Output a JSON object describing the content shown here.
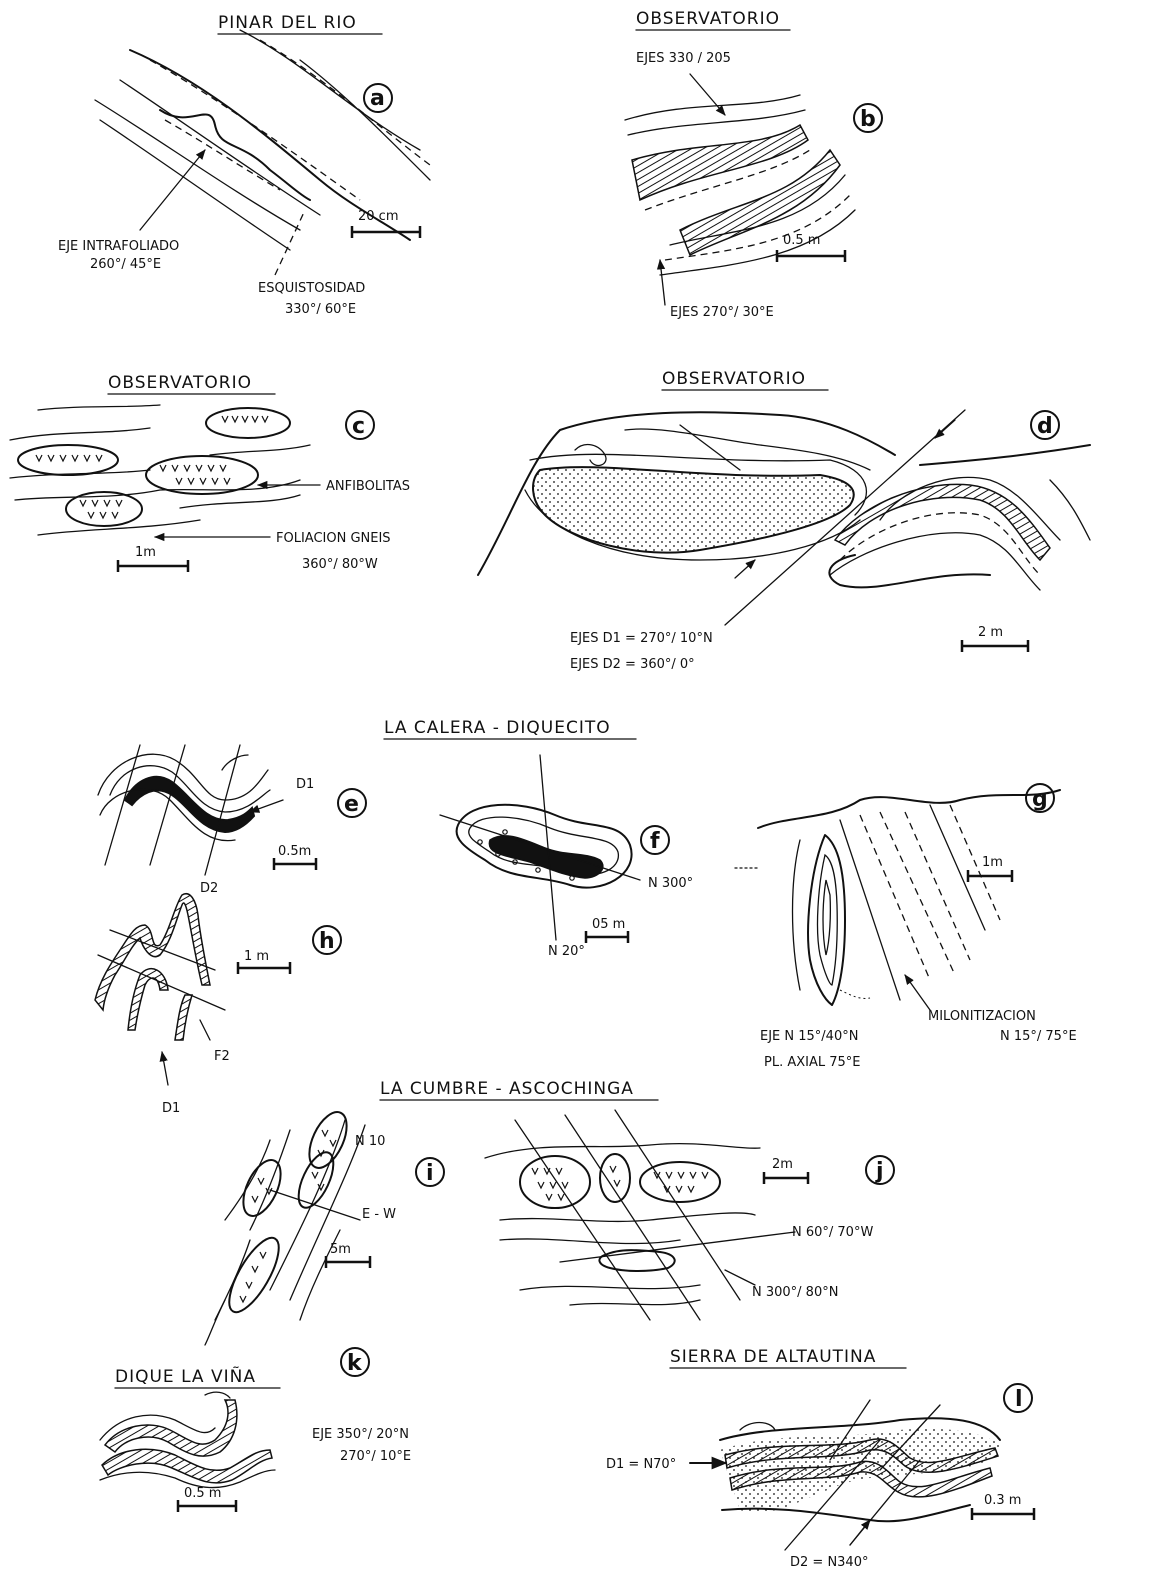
{
  "panels": {
    "a": {
      "title": "PINAR DEL RIO",
      "letter": "a",
      "label_eje": "EJE INTRAFOLIADO",
      "label_eje_val": "260°/ 45°E",
      "label_esq": "ESQUISTOSIDAD",
      "label_esq_val": "330°/ 60°E",
      "scale": "20 cm"
    },
    "b": {
      "title": "OBSERVATORIO",
      "letter": "b",
      "label_ejes_top": "EJES   330 / 205",
      "label_ejes_bottom": "EJES  270°/ 30°E",
      "scale": "0.5 m"
    },
    "c": {
      "title": "OBSERVATORIO",
      "letter": "c",
      "label_anf": "ANFIBOLITAS",
      "label_fol": "FOLIACION  GNEIS",
      "label_fol_val": "360°/ 80°W",
      "scale": "1m"
    },
    "d": {
      "title": "OBSERVATORIO",
      "letter": "d",
      "label_d1": "EJES  D1 = 270°/ 10°N",
      "label_d2": "EJES  D2 = 360°/ 0°",
      "scale": "2 m"
    },
    "group1": {
      "title": "LA  CALERA - DIQUECITO"
    },
    "e": {
      "letter": "e",
      "label_d1": "D1",
      "label_d2": "D2",
      "scale": "0.5m"
    },
    "f": {
      "letter": "f",
      "label_n300": "N 300°",
      "label_n20": "N 20°",
      "scale": "05 m"
    },
    "g": {
      "letter": "g",
      "label_eje": "EJE N 15°/40°N",
      "label_pl": "PL. AXIAL 75°E",
      "label_mil": "MILONITIZACION",
      "label_mil_val": "N 15°/ 75°E",
      "scale": "1m"
    },
    "h": {
      "letter": "h",
      "label_f2": "F2",
      "label_d1": "D1",
      "scale": "1 m"
    },
    "group2": {
      "title": "LA CUMBRE - ASCOCHINGA"
    },
    "i": {
      "letter": "i",
      "label_n10": "N 10",
      "label_ew": "E - W",
      "scale": "5m"
    },
    "j": {
      "letter": "j",
      "label_n60": "N 60°/ 70°W",
      "label_n300": "N 300°/ 80°N",
      "scale": "2m"
    },
    "k": {
      "title": "DIQUE  LA  VIÑA",
      "letter": "k",
      "label_eje": "EJE   350°/ 20°N",
      "label_eje2": "270°/ 10°E",
      "scale": "0.5 m"
    },
    "l": {
      "title": "SIERRA  DE  ALTAUTINA",
      "letter": "l",
      "label_d1": "D1 = N70°",
      "label_d2": "D2 = N340°",
      "scale": "0.3 m"
    }
  }
}
